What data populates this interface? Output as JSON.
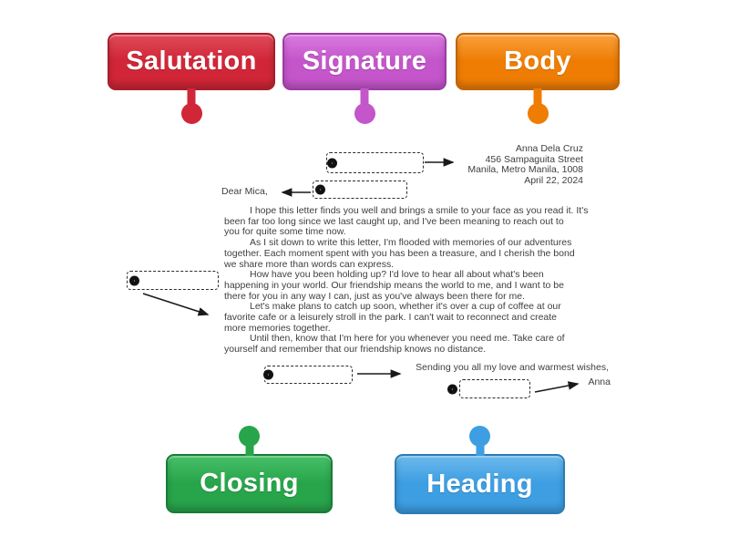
{
  "labels": {
    "top": [
      {
        "id": "salutation",
        "text": "Salutation",
        "base": "#d02637",
        "dark": "#a81e2d",
        "light": "#e04b5a"
      },
      {
        "id": "signature",
        "text": "Signature",
        "base": "#c455ca",
        "dark": "#9d3aa6",
        "light": "#d97ae0"
      },
      {
        "id": "body",
        "text": "Body",
        "base": "#ef7d04",
        "dark": "#c26402",
        "light": "#f9a13c"
      }
    ],
    "bottom": [
      {
        "id": "closing",
        "text": "Closing",
        "base": "#28a44b",
        "dark": "#1a7c36",
        "light": "#46c169"
      },
      {
        "id": "heading",
        "text": "Heading",
        "base": "#3d9ee2",
        "dark": "#2a7cb6",
        "light": "#6cb9ec"
      }
    ]
  },
  "letter": {
    "text_color": "#3e3e3e",
    "heading_lines": [
      "Anna Dela Cruz",
      "456 Sampaguita Street",
      "Manila, Metro Manila, 1008",
      "April 22, 2024"
    ],
    "salutation": "Dear Mica,",
    "paragraphs": [
      [
        "I hope this letter finds you well and brings a smile to your face as you read it. It's",
        "been far too long since we last caught up, and I've been meaning to reach out to",
        "you for quite some time now."
      ],
      [
        "As I sit down to write this letter, I'm flooded with memories of our adventures",
        "together. Each moment spent with you has been a treasure, and I cherish the bond",
        "we share more than words can express."
      ],
      [
        "How have you been holding up? I'd love to hear all about what's been",
        "happening in your world. Our friendship means the world to me, and I want to be",
        "there for you in any way I can, just as you've always been there for me."
      ],
      [
        "Let's make plans to catch up soon, whether it's over a cup of coffee at our",
        "favorite cafe or a leisurely stroll in the park. I can't wait to reconnect and create",
        "more memories together."
      ],
      [
        "Until then, know that I'm here for you whenever you need me. Take care of",
        "yourself and remember that our friendship knows no distance."
      ]
    ],
    "closing": "Sending you all my love and warmest wishes,",
    "signature": "Anna"
  }
}
